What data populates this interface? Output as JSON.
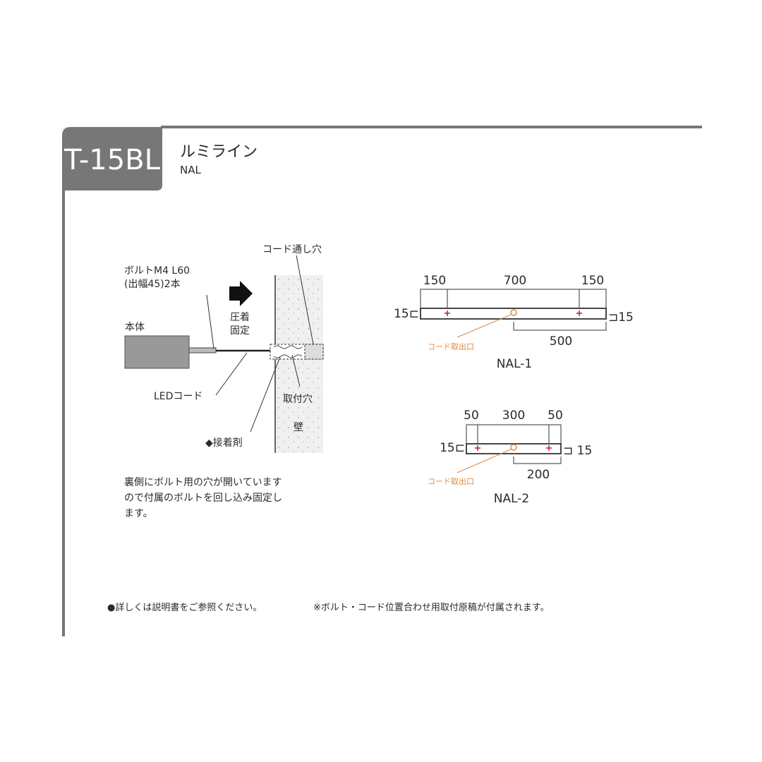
{
  "header": {
    "code": "T-15BL",
    "title": "ルミライン",
    "subtitle": "NAL"
  },
  "install": {
    "bolt_line1": "ボルトM4 L60",
    "bolt_line2": "(出幅45)2本",
    "press_line1": "圧着",
    "press_line2": "固定",
    "body": "本体",
    "cord_hole": "コード通し穴",
    "led_cord": "LEDコード",
    "mount_hole": "取付穴",
    "wall": "壁",
    "adhesive": "◆接着剤",
    "note_lines": [
      "裏側にボルト用の穴が開いています",
      "ので付属のボルトを回し込み固定し",
      "ます。"
    ]
  },
  "nal1": {
    "name": "NAL-1",
    "dims_top": [
      "150",
      "700",
      "150"
    ],
    "dim_bottom": "500",
    "left": "15⊏",
    "right": "⊐15",
    "cord_outlet": "コード取出口"
  },
  "nal2": {
    "name": "NAL-2",
    "dims_top": [
      "50",
      "300",
      "50"
    ],
    "dim_bottom": "200",
    "left": "15⊏",
    "right": "⊐ 15",
    "cord_outlet": "コード取出口"
  },
  "footer": {
    "left": "●詳しくは説明書をご参照ください。",
    "right": "※ボルト・コード位置合わせ用取付原稿が付属されます。"
  },
  "colors": {
    "frame": "#777777",
    "accent_red": "#d0203a",
    "accent_orange": "#e08a40"
  }
}
